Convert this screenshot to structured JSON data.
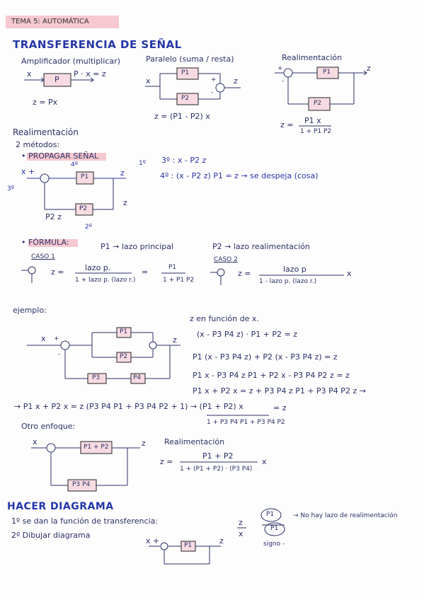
{
  "header": {
    "tag": "TEMA 5: AUTOMÁTICA",
    "title": "TRANSFERENCIA DE SEÑAL"
  },
  "section1": {
    "amplificador": "Amplificador (multiplicar)",
    "paralelo": "Paralelo (suma / resta)",
    "realimentacion": "Realimentación",
    "amp_in": "x",
    "amp_box": "P",
    "amp_out": "P · x = z",
    "amp_eq": "z = Px",
    "par_x": "x",
    "par_p1": "P1",
    "par_p2": "P2",
    "par_z": "z",
    "par_plus": "+",
    "par_minus": "-",
    "par_eq": "z = (P1 - P2) x",
    "re_plus": "+",
    "re_minus": "-",
    "re_p1": "P1",
    "re_p2": "P2",
    "re_z": "z",
    "re_eq_left": "z =",
    "re_eq_num": "P1 x",
    "re_eq_den": "1 + P1 P2"
  },
  "section2": {
    "title": "Realimentación",
    "metodos": "2 métodos:",
    "m1": "• PROPAGAR SEÑAL",
    "x_plus": "x +",
    "p1": "P1",
    "p2": "P2",
    "z": "z",
    "p2z": "P2 z",
    "step1": "1º",
    "step2": "2º",
    "step3": "3º",
    "step4": "4º",
    "step3b": "3º",
    "z_label2": "z",
    "eq3": "3º : x - P2 z",
    "eq4": "4º : (x - P2 z) P1 = z → se despeja (cosa)",
    "m2": "• FÓRMULA:",
    "f_p1": "P1 → lazo principal",
    "f_p2": "P2 → lazo realimentación",
    "caso1": "CASO 1",
    "caso1_eq": "z =",
    "caso1_num": "lazo p.",
    "caso1_den": "1 + lazo p. (lazo r.)",
    "caso1_eq2": "=",
    "caso1_num2": "P1",
    "caso1_den2": "1 + P1 P2",
    "caso2": "CASO 2",
    "caso2_eq": "z =",
    "caso2_num": "lazo p",
    "caso2_den": "1 - lazo p. (lazo r.)",
    "caso2_x": "x"
  },
  "section3": {
    "ejemplo": "ejemplo:",
    "x": "x",
    "plus": "+",
    "minus": "-",
    "p1": "P1",
    "p2": "P2",
    "p3": "P3",
    "p4": "P4",
    "z": "z",
    "title_eq": "z en función de x.",
    "eq1": "(x - P3 P4 z) · P1 + P2 = z",
    "eq2": "P1 (x - P3 P4 z) + P2 (x - P3 P4 z) = z",
    "eq3": "P1 x - P3 P4 z P1 + P2 x - P3 P4 P2 z = z",
    "eq4": "P1 x + P2 x = z + P3 P4 z P1 + P3 P4 P2 z →",
    "eq5": "→ P1 x + P2 x = z (P3 P4 P1 + P3 P4 P2 + 1) → (P1 + P2) x",
    "eq5b": "= z",
    "eq5_den": "1 + P3 P4 P1 + P3 P4 P2",
    "otro": "Otro enfoque:",
    "o_x": "x",
    "o_box1": "P1 + P2",
    "o_box2": "P3 P4",
    "o_z": "z",
    "o_real": "Realimentación",
    "o_eq": "z =",
    "o_num": "P1 + P2",
    "o_den": "1 + (P1 + P2) · (P3 P4)",
    "o_x2": "x"
  },
  "section4": {
    "title": "HACER DIAGRAMA",
    "step1": "1º se dan la función de transferencia:",
    "step2": "2º Dibujar diagrama",
    "frac_z": "z",
    "frac_x": "x",
    "frac_p1": "P1",
    "frac_p2": "P1",
    "no_hay": "→ No hay lazo de realimentación",
    "signo": "signo -",
    "d_x": "x +",
    "d_p1": "P1",
    "d_z": "z"
  }
}
